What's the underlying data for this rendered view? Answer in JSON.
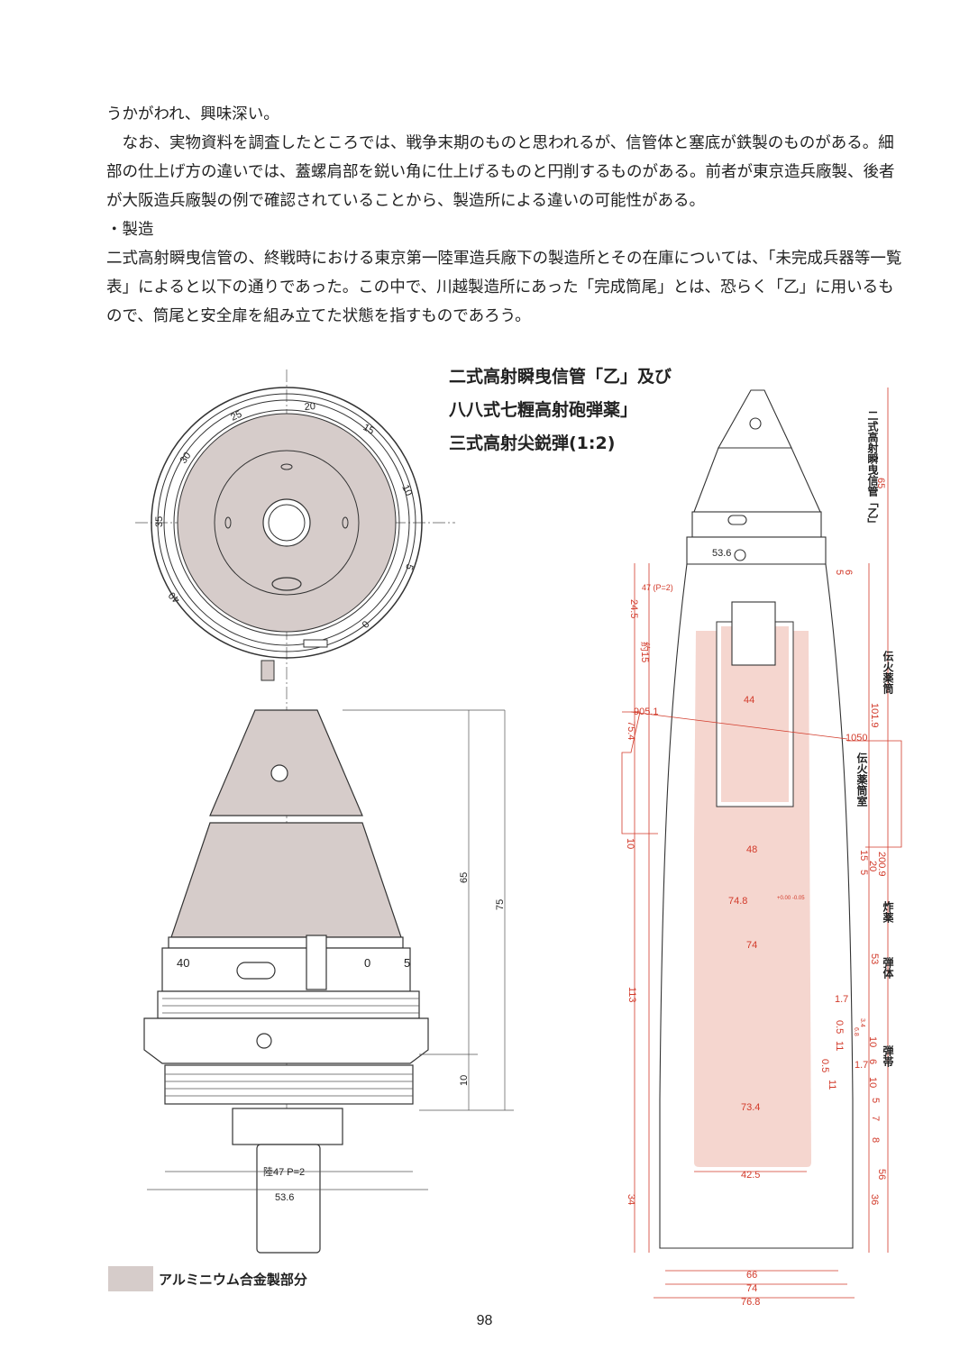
{
  "body_text": {
    "line1": "うかがわれ、興味深い。",
    "para1": "なお、実物資料を調査したところでは、戦争末期のものと思われるが、信管体と塞底が鉄製のものがある。細部の仕上げ方の違いでは、蓋螺肩部を鋭い角に仕上げるものと円削するものがある。前者が東京造兵廠製、後者が大阪造兵廠製の例で確認されていることから、製造所による違いの可能性がある。",
    "heading": "・製造",
    "para2": "二式高射瞬曳信管の、終戦時における東京第一陸軍造兵廠下の製造所とその在庫については、「未完成兵器等一覧表」によると以下の通りであった。この中で、川越製造所にあった「完成筒尾」とは、恐らく「乙」に用いるもので、筒尾と安全扉を組み立てた状態を指すものであろう。"
  },
  "figure": {
    "title_line1": "二式高射瞬曳信管「乙」及び",
    "title_line2": "八八式七糎高射砲弾薬」",
    "title_line3": "三式高射尖鋭弾(1:2)",
    "fuse_top_scale": [
      "20",
      "25",
      "30",
      "35",
      "40",
      "15",
      "10",
      "5",
      "0"
    ],
    "fuse_side": {
      "scale_40": "40",
      "scale_0": "0",
      "scale_5": "5",
      "dim_65": "65",
      "dim_75": "75",
      "dim_10": "10",
      "thread": "陸47 P=2",
      "dia": "53.6"
    },
    "shell": {
      "vertical_label": "二式高射瞬曳信管「乙」",
      "label_relay_tube": "伝火薬筒",
      "label_relay_chamber": "伝火薬筒室",
      "label_explosive": "炸薬",
      "label_body": "弾体",
      "label_band": "弾帯",
      "dims_red": [
        "53.6",
        "47 (P=2)",
        "24.5",
        "約15",
        "44",
        "905.1",
        "75.4",
        "1050",
        "10",
        "48",
        "74.8",
        "74",
        "113",
        "73.4",
        "42.5",
        "34",
        "66",
        "74",
        "76.8",
        "101.9",
        "200.9",
        "53",
        "56",
        "36",
        "6",
        "5",
        "15",
        "20",
        "5",
        "1.7",
        "0.5",
        "11",
        "10",
        "6",
        "1.7",
        "0.5",
        "11",
        "10",
        "5",
        "7",
        "8",
        "3.4",
        "6.8"
      ],
      "dim_65": "65",
      "tol": "+0.00 -0.05"
    }
  },
  "legend": {
    "label": "アルミニウム合金製部分",
    "color": "#d6ccca"
  },
  "page_number": "98",
  "colors": {
    "aluminum": "#d6ccca",
    "explosive": "#f5d6cf",
    "dimension_red": "#d23a2a"
  }
}
